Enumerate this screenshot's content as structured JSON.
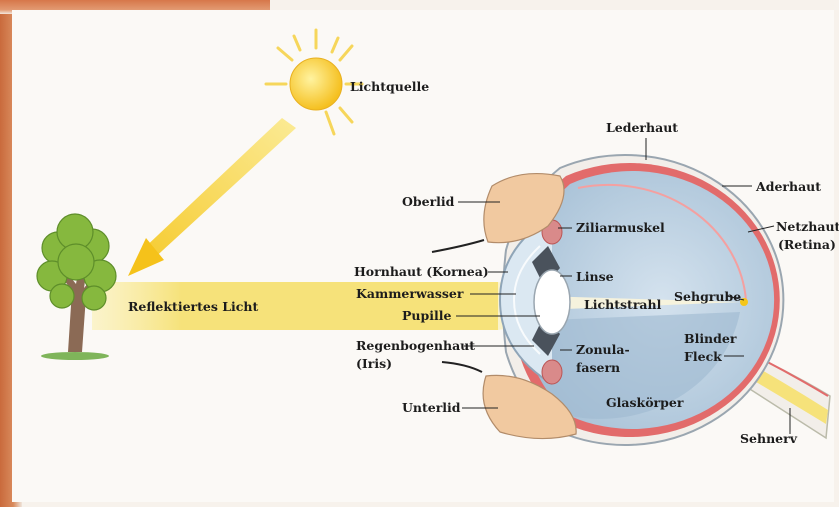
{
  "diagram": {
    "labels": {
      "lichtquelle": "Lichtquelle",
      "reflektiertes_licht": "Reflektiertes Licht",
      "lederhaut": "Lederhaut",
      "aderhaut": "Aderhaut",
      "netzhaut_line1": "Netzhaut",
      "netzhaut_line2": "(Retina)",
      "oberlid": "Oberlid",
      "ziliarmuskel": "Ziliarmuskel",
      "hornhaut": "Hornhaut (Kornea)",
      "linse": "Linse",
      "kammerwasser": "Kammerwasser",
      "lichtstrahl": "Lichtstrahl",
      "sehgrube": "Sehgrube",
      "pupille": "Pupille",
      "regenbogenhaut_line1": "Regenbogenhaut",
      "regenbogenhaut_line2": "(Iris)",
      "zonula_line1": "Zonula-",
      "zonula_line2": "fasern",
      "blinder_line1": "Blinder",
      "blinder_line2": "Fleck",
      "unterlid": "Unterlid",
      "glaskoerper": "Glaskörper",
      "sehnerv": "Sehnerv"
    },
    "colors": {
      "sun": "#f7c928",
      "light_beam": "#f6e27a",
      "sclera": "#f2eee9",
      "choroid": "#e26b6b",
      "eye_interior": "#b9cfe0",
      "eyelid": "#f1c9a0",
      "tree_foliage": "#86b83e",
      "tree_trunk": "#8b6a55"
    }
  }
}
